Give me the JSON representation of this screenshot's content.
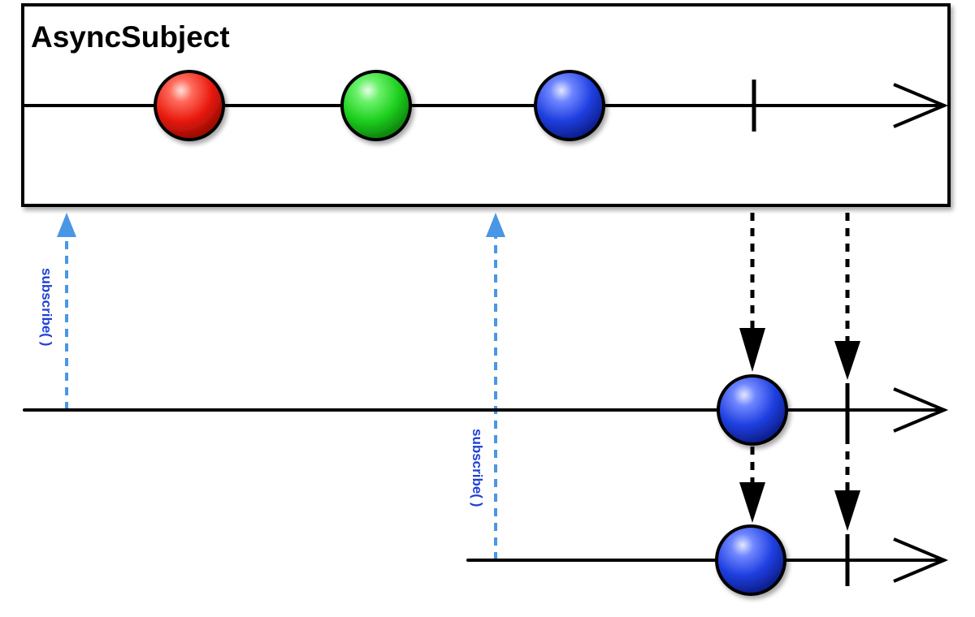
{
  "title": "AsyncSubject",
  "subscribe_labels": [
    "subscribe( )",
    "subscribe( )"
  ],
  "source_timeline": {
    "items": [
      {
        "name": "red-marble",
        "color": "red"
      },
      {
        "name": "green-marble",
        "color": "green"
      },
      {
        "name": "blue-marble",
        "color": "blue"
      }
    ],
    "completes": true
  },
  "subscriber_timelines": [
    {
      "emits": [
        "blue-marble"
      ],
      "completes": true
    },
    {
      "emits": [
        "blue-marble"
      ],
      "completes": true
    }
  ],
  "colors": {
    "line": "#000000",
    "subscribe_arrow": "#4a96e6",
    "subscribe_text": "#1f3fd6",
    "red": "#e81a0e",
    "green": "#1ecf1e",
    "blue": "#1f3fe0"
  }
}
